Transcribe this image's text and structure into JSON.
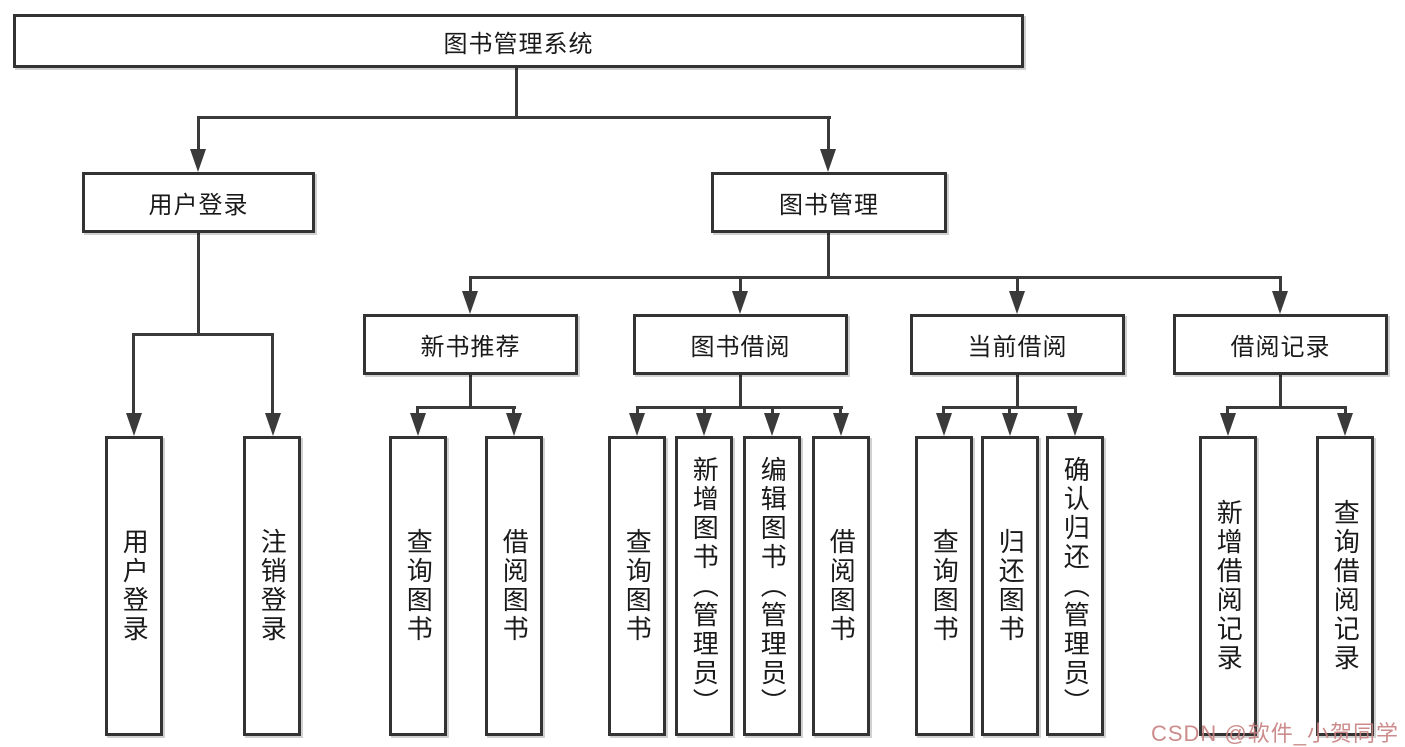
{
  "diagram_type": "hierarchy-tree",
  "tree": {
    "root": {
      "label": "图书管理系统"
    },
    "children": [
      {
        "label": "用户登录",
        "children": [
          {
            "label": "用户登录"
          },
          {
            "label": "注销登录"
          }
        ]
      },
      {
        "label": "图书管理",
        "children": [
          {
            "label": "新书推荐",
            "children": [
              {
                "label": "查询图书"
              },
              {
                "label": "借阅图书"
              }
            ]
          },
          {
            "label": "图书借阅",
            "children": [
              {
                "label": "查询图书"
              },
              {
                "label": "新增图书（管理员）"
              },
              {
                "label": "编辑图书（管理员）"
              },
              {
                "label": "借阅图书"
              }
            ]
          },
          {
            "label": "当前借阅",
            "children": [
              {
                "label": "查询图书"
              },
              {
                "label": "归还图书"
              },
              {
                "label": "确认归还（管理员）"
              }
            ]
          },
          {
            "label": "借阅记录",
            "children": [
              {
                "label": "新增借阅记录"
              },
              {
                "label": "查询借阅记录"
              }
            ]
          }
        ]
      }
    ]
  },
  "watermark": {
    "text": "CSDN @软件_小贺同学",
    "color": "#c68080"
  },
  "colors": {
    "background": "#ffffff",
    "box_border": "#333333",
    "connector_line": "#3a3a3a",
    "text": "#1a1a1a"
  }
}
